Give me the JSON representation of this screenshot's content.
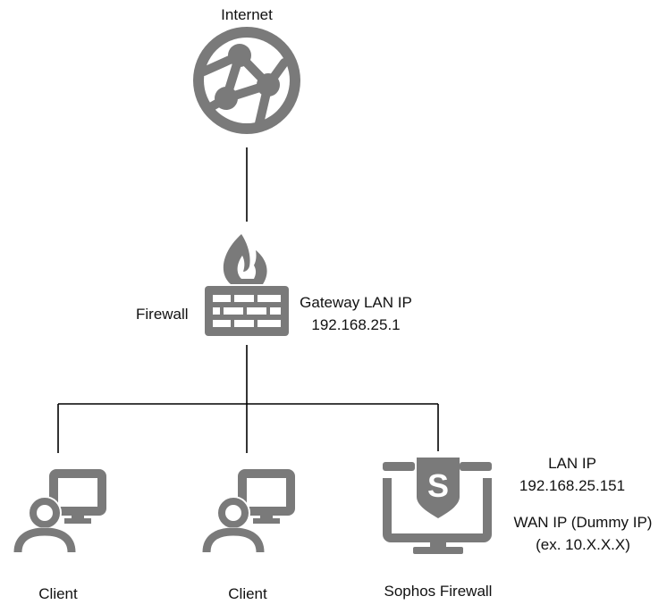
{
  "nodes": {
    "internet": {
      "label": "Internet",
      "icon": "globe-network-icon"
    },
    "firewall": {
      "label": "Firewall",
      "icon": "firewall-icon",
      "gateway_label": "Gateway LAN IP",
      "gateway_ip": "192.168.25.1"
    },
    "client_1": {
      "label": "Client",
      "icon": "user-computer-icon"
    },
    "client_2": {
      "label": "Client",
      "icon": "user-computer-icon"
    },
    "sophos": {
      "label": "Sophos Firewall",
      "icon": "sophos-monitor-icon",
      "lan_label": "LAN IP",
      "lan_ip": "192.168.25.151",
      "wan_label": "WAN IP (Dummy IP)",
      "wan_example": "(ex. 10.X.X.X)"
    }
  },
  "edges": [
    {
      "from": "internet",
      "to": "firewall"
    },
    {
      "from": "firewall",
      "to": "client_1"
    },
    {
      "from": "firewall",
      "to": "client_2"
    },
    {
      "from": "firewall",
      "to": "sophos"
    }
  ],
  "colors": {
    "icon": "#7a7a7a",
    "line": "#000000",
    "text": "#111111",
    "background": "#ffffff"
  }
}
